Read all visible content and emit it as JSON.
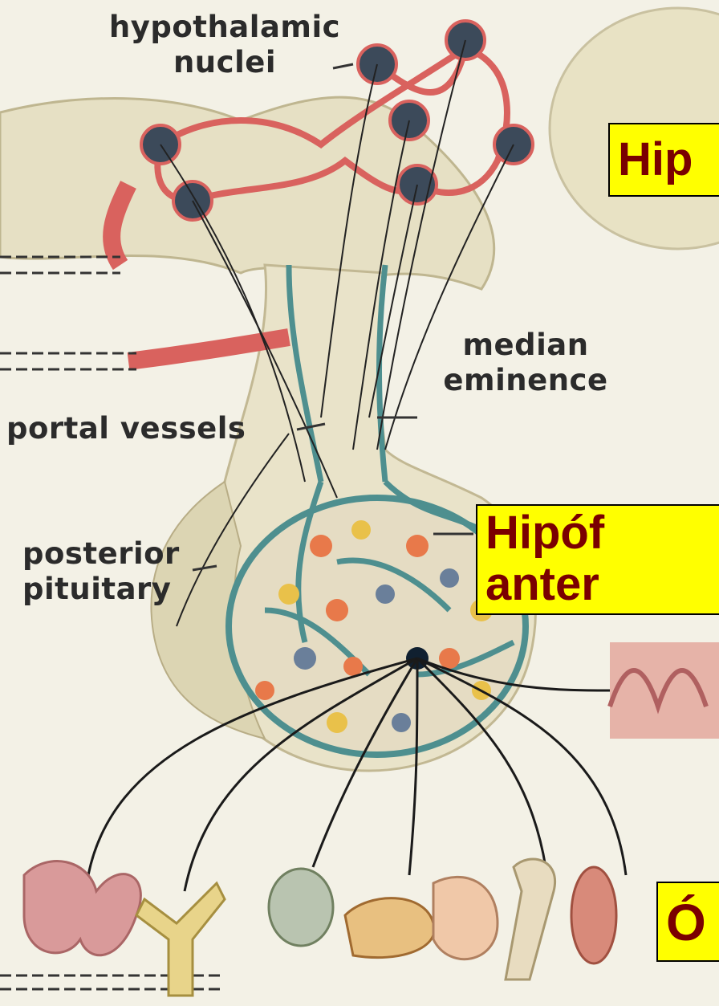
{
  "labels": {
    "hypothalamic_nuclei_line1": "hypothalamic",
    "hypothalamic_nuclei_line2": "nuclei",
    "median_eminence_line1": "median",
    "median_eminence_line2": "eminence",
    "portal_vessels": "portal vessels",
    "posterior_pituitary_line1": "posterior",
    "posterior_pituitary_line2": "pituitary"
  },
  "callouts": {
    "hipotalamo": "Hip",
    "hipofise_line1": "Hipóf",
    "hipofise_line2": "anter",
    "orgaos": "Ó"
  },
  "colors": {
    "callout_bg": "#ffff00",
    "callout_text": "#7a0000",
    "vessel_red": "#d9625e",
    "vessel_teal": "#4e8f8f"
  }
}
